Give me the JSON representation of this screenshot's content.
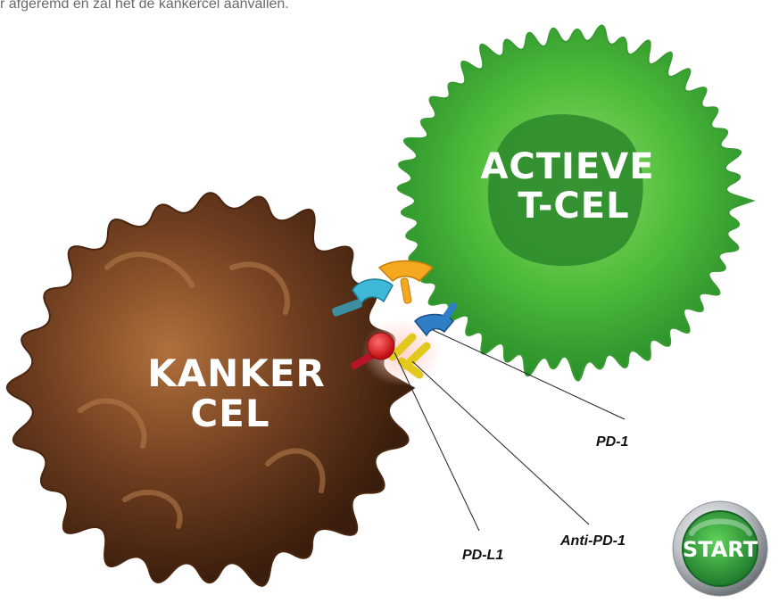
{
  "caption": "r afgeremd en zal het de kankercel aanvallen.",
  "tcell": {
    "line1": "ACTIEVE",
    "line2": "T-CEL"
  },
  "cancer": {
    "line1": "KANKER",
    "line2": "CEL"
  },
  "labels": {
    "pd1": "PD-1",
    "anti_pd1": "Anti-PD-1",
    "pdl1": "PD-L1"
  },
  "start_button": {
    "label": "START"
  },
  "colors": {
    "tcell": "#4dbb3a",
    "tcell_nucleus": "#1f6e24",
    "cancer": "#6e3d1f",
    "start": "#2e9b3b"
  }
}
